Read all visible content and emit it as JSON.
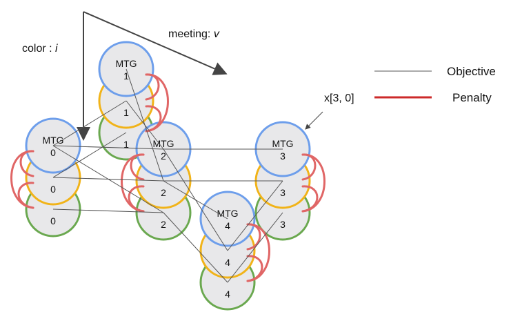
{
  "labels": {
    "color": "color : ",
    "color_var": "i",
    "meeting": "meeting: ",
    "meeting_var": "v",
    "pointer": "x[3, 0]"
  },
  "legend": {
    "objective": "Objective",
    "penalty": "Penalty"
  },
  "node_top_text": "MTG",
  "meetings": [
    {
      "id": "0",
      "layers": [
        "0",
        "0"
      ]
    },
    {
      "id": "1",
      "layers": [
        "1",
        "1"
      ]
    },
    {
      "id": "2",
      "layers": [
        "2",
        "2"
      ]
    },
    {
      "id": "3",
      "layers": [
        "3",
        "3"
      ]
    },
    {
      "id": "4",
      "layers": [
        "4",
        "4"
      ]
    }
  ],
  "colors": {
    "layer0": "#6d9eeb",
    "layer1": "#f1b318",
    "layer2": "#6aa84f",
    "node_fill": "#e8e8ea",
    "objective": "#555555",
    "penalty": "#cc2a2a",
    "penalty_curves": "#e06666",
    "arrows": "#444444"
  }
}
